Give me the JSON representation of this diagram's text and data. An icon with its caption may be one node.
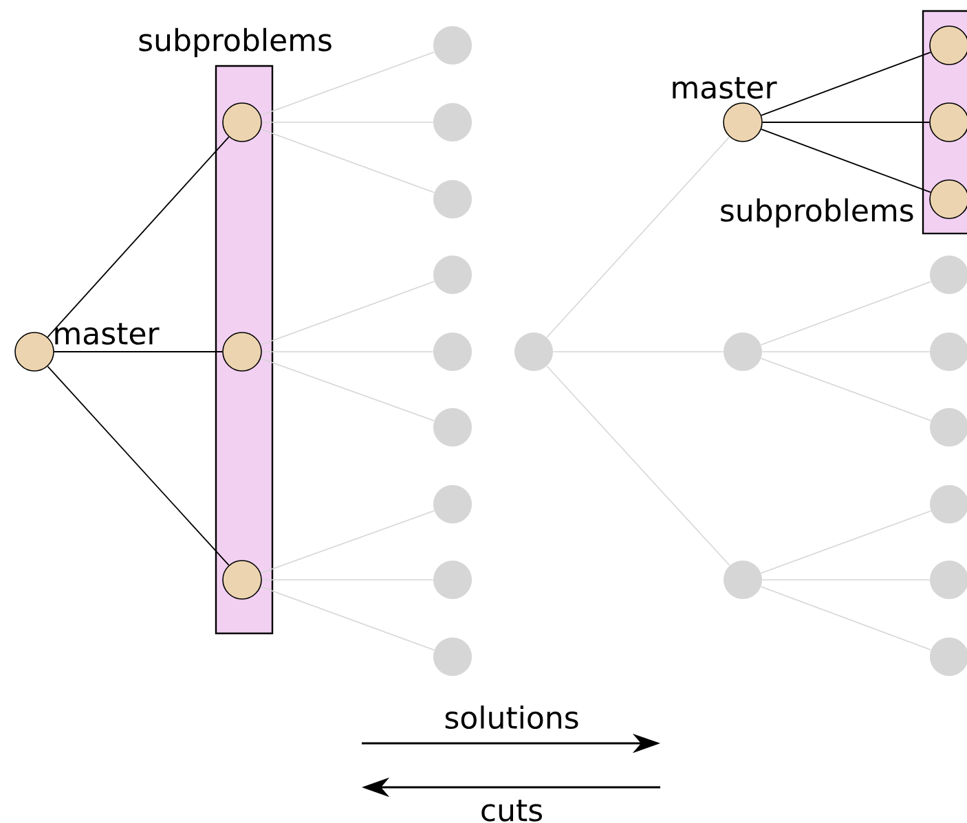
{
  "diagram": {
    "nodes": [
      {
        "text": [],
        "shape": "circle",
        "beside": [
          "master"
        ]
      },
      {
        "text": [
          "subproblems"
        ]
      },
      {
        "text": [],
        "shape": "circle",
        "in": 1
      },
      {
        "text": [],
        "shape": "circle",
        "in": 1
      },
      {
        "text": [],
        "shape": "circle",
        "in": 1
      },
      {
        "text": [],
        "shape": "circle"
      },
      {
        "text": [],
        "shape": "circle"
      },
      {
        "text": [],
        "shape": "circle"
      },
      {
        "text": [],
        "shape": "circle"
      },
      {
        "text": [],
        "shape": "circle"
      },
      {
        "text": [],
        "shape": "circle"
      },
      {
        "text": [],
        "shape": "circle"
      },
      {
        "text": [],
        "shape": "circle"
      },
      {
        "text": [],
        "shape": "circle"
      },
      {
        "text": [],
        "shape": "circle"
      },
      {
        "text": [],
        "shape": "circle",
        "beside": [
          "master"
        ]
      },
      {
        "text": [],
        "shape": "circle"
      },
      {
        "text": [],
        "shape": "circle"
      },
      {
        "text": [
          "subproblems"
        ]
      },
      {
        "text": [],
        "shape": "circle",
        "in": 18
      },
      {
        "text": [],
        "shape": "circle",
        "in": 18
      },
      {
        "text": [],
        "shape": "circle",
        "in": 18
      },
      {
        "text": [],
        "shape": "circle"
      },
      {
        "text": [],
        "shape": "circle"
      },
      {
        "text": [],
        "shape": "circle"
      },
      {
        "text": [],
        "shape": "circle"
      },
      {
        "text": [],
        "shape": "circle"
      },
      {
        "text": [],
        "shape": "circle"
      }
    ],
    "edges": [
      {
        "from": 0,
        "to": 2,
        "arrow": "none",
        "color": "#000000"
      },
      {
        "from": 0,
        "to": 3,
        "arrow": "none",
        "color": "#000000"
      },
      {
        "from": 0,
        "to": 4,
        "arrow": "none",
        "color": "#000000"
      },
      {
        "from": 2,
        "to": 5,
        "arrow": "none"
      },
      {
        "from": 2,
        "to": 6,
        "arrow": "none"
      },
      {
        "from": 2,
        "to": 7,
        "arrow": "none"
      },
      {
        "from": 3,
        "to": 8,
        "arrow": "none"
      },
      {
        "from": 3,
        "to": 9,
        "arrow": "none"
      },
      {
        "from": 3,
        "to": 10,
        "arrow": "none"
      },
      {
        "from": 4,
        "to": 11,
        "arrow": "none"
      },
      {
        "from": 4,
        "to": 12,
        "arrow": "none"
      },
      {
        "from": 4,
        "to": 13,
        "arrow": "none"
      },
      {
        "from": 14,
        "to": 15,
        "arrow": "none"
      },
      {
        "from": 14,
        "to": 16,
        "arrow": "none"
      },
      {
        "from": 14,
        "to": 17,
        "arrow": "none"
      },
      {
        "from": 15,
        "to": 19,
        "arrow": "none",
        "color": "#000000"
      },
      {
        "from": 15,
        "to": 20,
        "arrow": "none",
        "color": "#000000"
      },
      {
        "from": 15,
        "to": 21,
        "arrow": "none",
        "color": "#000000"
      },
      {
        "from": 16,
        "to": 22,
        "arrow": "none"
      },
      {
        "from": 16,
        "to": 23,
        "arrow": "none"
      },
      {
        "from": 16,
        "to": 24,
        "arrow": "none"
      },
      {
        "from": 17,
        "to": 25,
        "arrow": "none"
      },
      {
        "from": 17,
        "to": 26,
        "arrow": "none"
      },
      {
        "from": 17,
        "to": 27,
        "arrow": "none"
      }
    ],
    "labels": [
      "solutions",
      "cuts"
    ]
  }
}
